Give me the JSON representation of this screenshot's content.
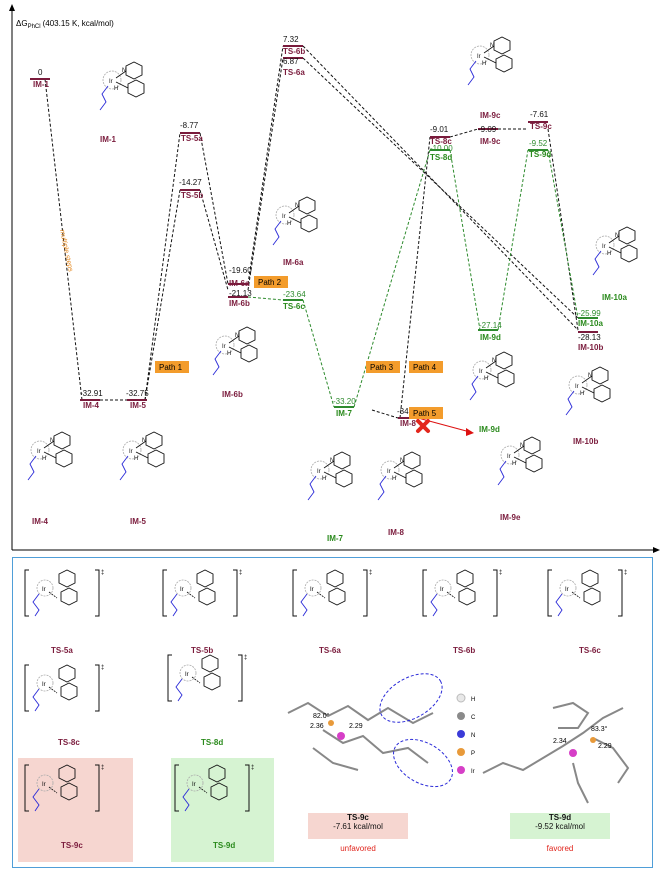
{
  "axis": {
    "y_label_main": "ΔG",
    "y_label_sub": "PhCl",
    "y_label_rest": "(403.15 K, kcal/mol)"
  },
  "annotations": {
    "multiple_steps": "multiple steps"
  },
  "levels": [
    {
      "id": "lv-im1",
      "value": "0",
      "name": "IM-1",
      "kind": "im"
    },
    {
      "id": "lv-ts5a",
      "value": "-8.77",
      "name": "TS-5a",
      "kind": "ts"
    },
    {
      "id": "lv-ts5b",
      "value": "-14.27",
      "name": "TS-5b",
      "kind": "ts"
    },
    {
      "id": "lv-ts6b",
      "value": "7.32",
      "name": "TS-6b",
      "kind": "ts"
    },
    {
      "id": "lv-ts6a",
      "value": "6.87",
      "name": "TS-6a",
      "kind": "ts"
    },
    {
      "id": "lv-im6a",
      "value": "-19.60",
      "name": "IM-6a",
      "kind": "im"
    },
    {
      "id": "lv-im6b",
      "value": "-21.13",
      "name": "IM-6b",
      "kind": "im"
    },
    {
      "id": "lv-ts6c",
      "value": "-23.64",
      "name": "TS-6c",
      "kind": "tsg"
    },
    {
      "id": "lv-im4",
      "value": "-32.91",
      "name": "IM-4",
      "kind": "im"
    },
    {
      "id": "lv-im5",
      "value": "-32.75",
      "name": "IM-5",
      "kind": "im"
    },
    {
      "id": "lv-im7",
      "value": "-33.20",
      "name": "IM-7",
      "kind": "img"
    },
    {
      "id": "lv-im8",
      "value": "-34.69",
      "name": "IM-8",
      "kind": "im"
    },
    {
      "id": "lv-ts8c",
      "value": "-9.01",
      "name": "TS-8c",
      "kind": "ts"
    },
    {
      "id": "lv-ts8d",
      "value": "-10.00",
      "name": "TS-8d",
      "kind": "tsg"
    },
    {
      "id": "lv-ts9c",
      "value": "-9.09",
      "name": "IM-9c",
      "kind": "ts"
    },
    {
      "id": "lv-ts9c2",
      "value": "-7.61",
      "name": "TS-9c",
      "kind": "ts"
    },
    {
      "id": "lv-ts9d",
      "value": "-9.52",
      "name": "TS-9d",
      "kind": "tsg"
    },
    {
      "id": "lv-im9d",
      "value": "-27.14",
      "name": "IM-9d",
      "kind": "img"
    },
    {
      "id": "lv-im10a",
      "value": "-25.99",
      "name": "IM-10a",
      "kind": "img"
    },
    {
      "id": "lv-im10b",
      "value": "-28.13",
      "name": "IM-10b",
      "kind": "im"
    }
  ],
  "paths": [
    "Path 1",
    "Path 2",
    "Path 3",
    "Path 4",
    "Path 5"
  ],
  "structure_labels": {
    "im1": "IM-1",
    "im4": "IM-4",
    "im5": "IM-5",
    "im6a": "IM-6a",
    "im6b": "IM-6b",
    "im7": "IM-7",
    "im8": "IM-8",
    "im9c": "IM-9c",
    "im9d": "IM-9d",
    "im9e": "IM-9e",
    "im10a": "IM-10a",
    "im10b": "IM-10b"
  },
  "ts_panel": {
    "ts5a": "TS-5a",
    "ts5b": "TS-5b",
    "ts6a": "TS-6a",
    "ts6b": "TS-6b",
    "ts6c": "TS-6c",
    "ts8c": "TS-8c",
    "ts8d": "TS-8d",
    "ts9c": "TS-9c",
    "ts9d": "TS-9d",
    "legend": [
      "H",
      "C",
      "N",
      "P",
      "Ir"
    ],
    "legend_colors": [
      "#e8e8e8",
      "#8a8a8a",
      "#3b3bd8",
      "#e89a3a",
      "#d63fc7"
    ],
    "card_c": {
      "name": "TS-9c",
      "energy": "-7.61 kcal/mol",
      "verdict": "unfavored"
    },
    "card_d": {
      "name": "TS-9d",
      "energy": "-9.52 kcal/mol",
      "verdict": "favored"
    },
    "dist_c": [
      "2.36",
      "82.0°",
      "2.29"
    ],
    "dist_d": [
      "2.34",
      "83.3°",
      "2.29"
    ]
  }
}
